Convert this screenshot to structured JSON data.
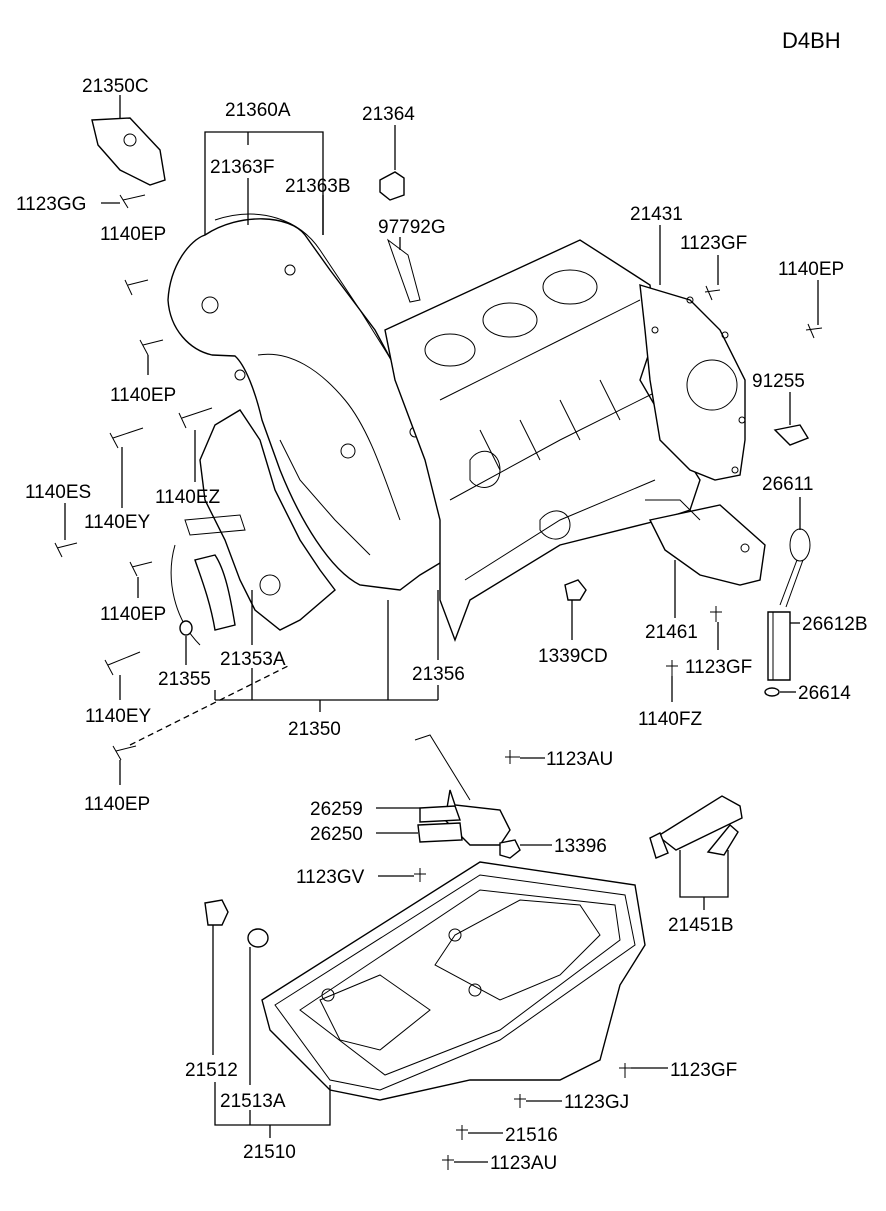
{
  "diagram": {
    "engine_code": "D4BH",
    "part_numbers": [
      "21350C",
      "21360A",
      "21364",
      "21363F",
      "21363B",
      "1123GG",
      "97792G",
      "21431",
      "1140EP",
      "1123GF",
      "1140EP",
      "1140EP",
      "91255",
      "1140ES",
      "1140EZ",
      "26611",
      "1140EY",
      "1140EP",
      "26612B",
      "21461",
      "1339CD",
      "21353A",
      "21356",
      "1123GF",
      "21355",
      "26614",
      "1140EY",
      "1140FZ",
      "21350",
      "1123AU",
      "1140EP",
      "26259",
      "26250",
      "13396",
      "1123GV",
      "21451B",
      "21512",
      "1123GF",
      "21513A",
      "1123GJ",
      "21516",
      "21510",
      "1123AU"
    ]
  }
}
